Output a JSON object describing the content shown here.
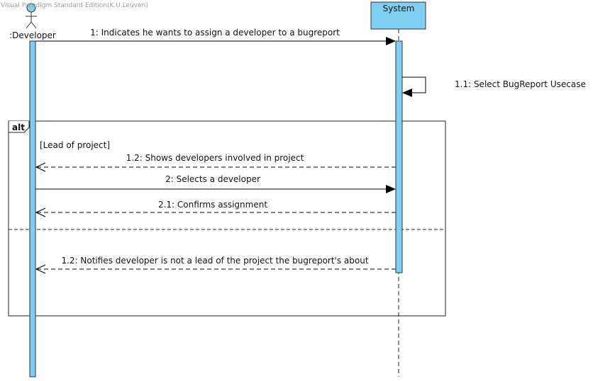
{
  "watermark": "Visual Paradigm Standard Edition(K.U.Leuven)",
  "colors": {
    "lifeline_fill": "#7ecff2",
    "activation_fill": "#7ecff2",
    "stroke": "#333333"
  },
  "participants": {
    "developer": {
      "label": ":Developer",
      "kind": "actor"
    },
    "system": {
      "label": "System",
      "kind": "object"
    }
  },
  "fragment": {
    "operator": "alt",
    "guard": "[Lead of project]"
  },
  "messages": [
    {
      "id": "m1",
      "label": "1: Indicates he wants to assign a developer to a bugreport",
      "kind": "sync",
      "from": "developer",
      "to": "system"
    },
    {
      "id": "m1_1",
      "label": "1.1: Select BugReport Usecase",
      "kind": "self",
      "from": "system",
      "to": "system"
    },
    {
      "id": "m1_2a",
      "label": "1.2: Shows developers involved in project",
      "kind": "return",
      "from": "system",
      "to": "developer"
    },
    {
      "id": "m2",
      "label": "2: Selects a developer",
      "kind": "sync",
      "from": "developer",
      "to": "system"
    },
    {
      "id": "m2_1",
      "label": "2.1: Confirms assignment",
      "kind": "return",
      "from": "system",
      "to": "developer"
    },
    {
      "id": "m1_2b",
      "label": "1.2: Notifies developer is not a lead of the project the bugreport's about",
      "kind": "return",
      "from": "system",
      "to": "developer"
    }
  ]
}
